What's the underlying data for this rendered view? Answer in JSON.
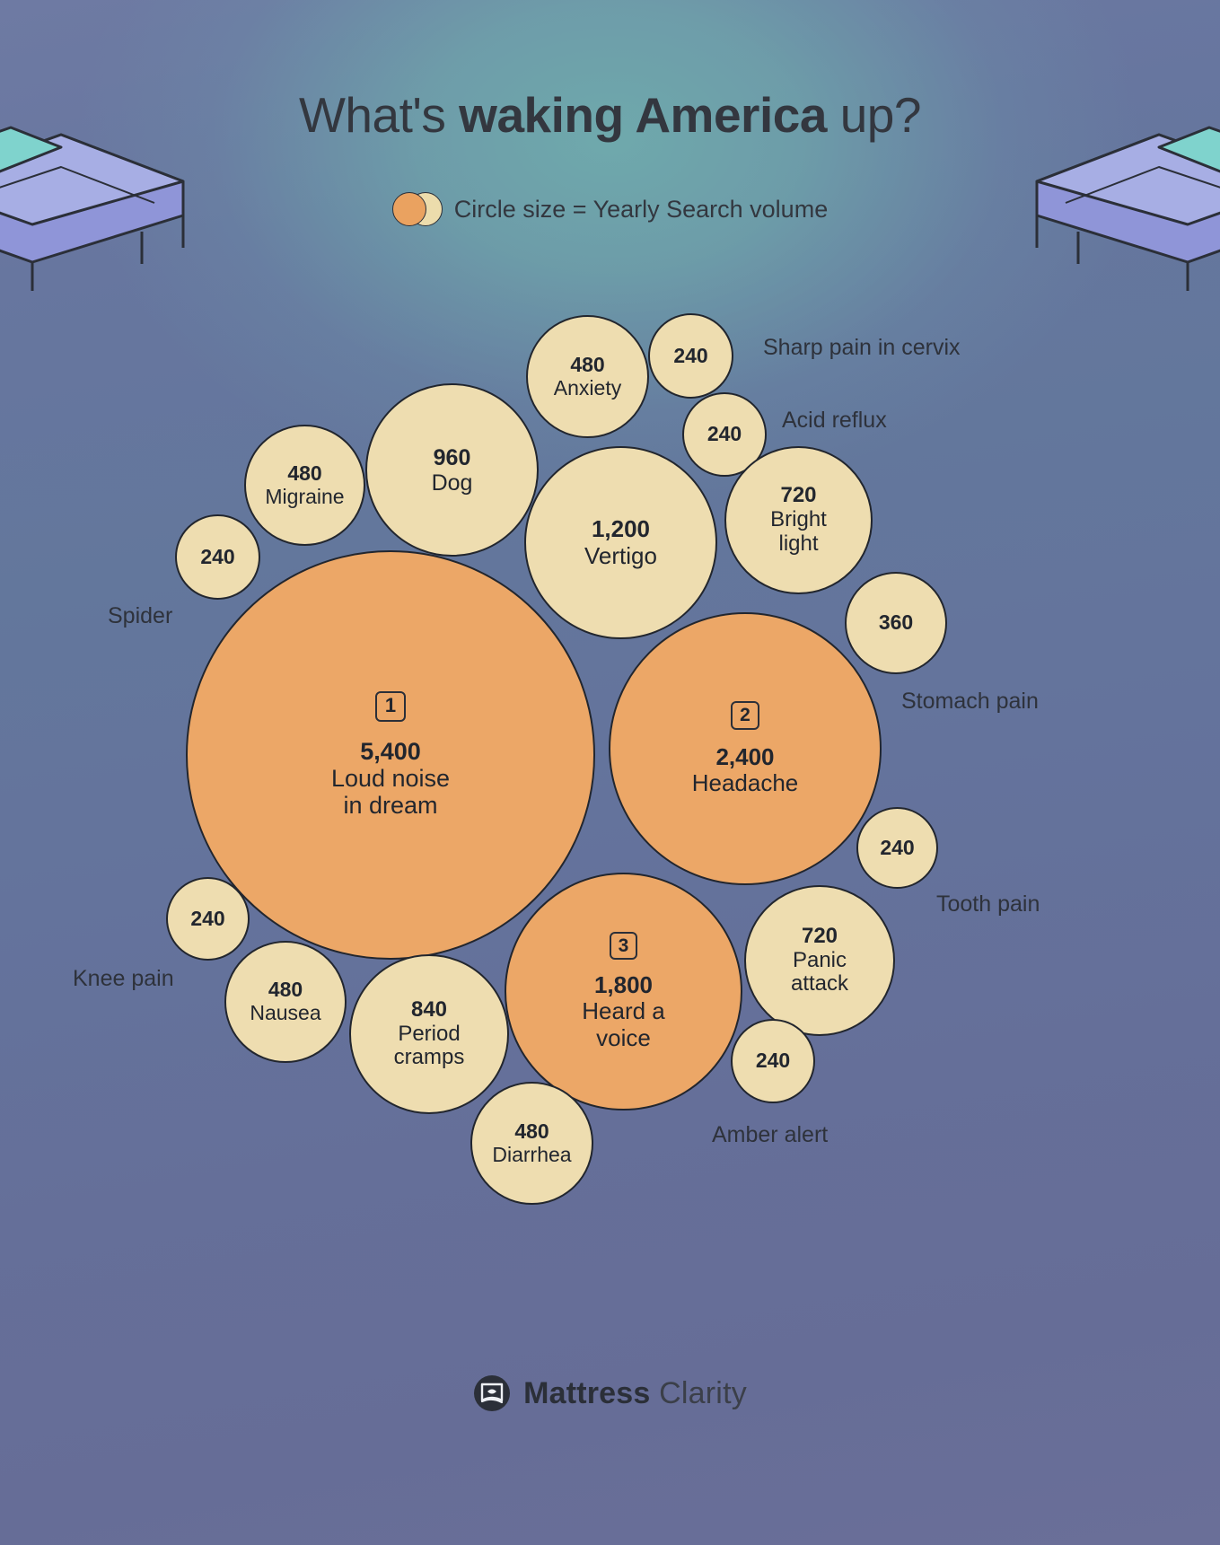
{
  "title": {
    "part1": "What's ",
    "part2": "waking America",
    "part3": " up?"
  },
  "legend": {
    "text": "Circle size = Yearly Search volume"
  },
  "footer": {
    "brand_bold": "Mattress",
    "brand_light": "Clarity",
    "logo_icon": "mattress-clarity-logo-icon"
  },
  "chart_data": {
    "type": "bubble",
    "title": "What's waking America up?",
    "legend_note": "Circle size = Yearly Search volume",
    "value_label": "Yearly Search volume",
    "colors": {
      "highlight": "#eca767",
      "normal": "#eeddb0",
      "outline": "#22262e",
      "text": "#22262e"
    },
    "items": [
      {
        "id": "loud-noise-in-dream",
        "value": 5400,
        "value_text": "5,400",
        "label": "Loud noise\nin dream",
        "label_line1": "Loud noise",
        "label_line2": "in dream",
        "rank": "1",
        "highlight": true,
        "label_position": "inside"
      },
      {
        "id": "headache",
        "value": 2400,
        "value_text": "2,400",
        "label": "Headache",
        "label_line1": "Headache",
        "rank": "2",
        "highlight": true,
        "label_position": "inside"
      },
      {
        "id": "heard-a-voice",
        "value": 1800,
        "value_text": "1,800",
        "label": "Heard a\nvoice",
        "label_line1": "Heard a",
        "label_line2": "voice",
        "rank": "3",
        "highlight": true,
        "label_position": "inside"
      },
      {
        "id": "vertigo",
        "value": 1200,
        "value_text": "1,200",
        "label": "Vertigo",
        "label_line1": "Vertigo",
        "highlight": false,
        "label_position": "inside"
      },
      {
        "id": "dog",
        "value": 960,
        "value_text": "960",
        "label": "Dog",
        "label_line1": "Dog",
        "highlight": false,
        "label_position": "inside"
      },
      {
        "id": "period-cramps",
        "value": 840,
        "value_text": "840",
        "label": "Period\ncramps",
        "label_line1": "Period",
        "label_line2": "cramps",
        "highlight": false,
        "label_position": "inside"
      },
      {
        "id": "bright-light",
        "value": 720,
        "value_text": "720",
        "label": "Bright\nlight",
        "label_line1": "Bright",
        "label_line2": "light",
        "highlight": false,
        "label_position": "inside"
      },
      {
        "id": "panic-attack",
        "value": 720,
        "value_text": "720",
        "label": "Panic\nattack",
        "label_line1": "Panic",
        "label_line2": "attack",
        "highlight": false,
        "label_position": "inside"
      },
      {
        "id": "anxiety",
        "value": 480,
        "value_text": "480",
        "label": "Anxiety",
        "label_line1": "Anxiety",
        "highlight": false,
        "label_position": "inside"
      },
      {
        "id": "migraine",
        "value": 480,
        "value_text": "480",
        "label": "Migraine",
        "label_line1": "Migraine",
        "highlight": false,
        "label_position": "inside"
      },
      {
        "id": "nausea",
        "value": 480,
        "value_text": "480",
        "label": "Nausea",
        "label_line1": "Nausea",
        "highlight": false,
        "label_position": "inside"
      },
      {
        "id": "diarrhea",
        "value": 480,
        "value_text": "480",
        "label": "Diarrhea",
        "label_line1": "Diarrhea",
        "highlight": false,
        "label_position": "inside"
      },
      {
        "id": "stomach-pain",
        "value": 360,
        "value_text": "360",
        "label": "Stomach pain",
        "highlight": false,
        "label_position": "outside"
      },
      {
        "id": "sharp-pain-in-cervix",
        "value": 240,
        "value_text": "240",
        "label": "Sharp pain in cervix",
        "highlight": false,
        "label_position": "outside"
      },
      {
        "id": "acid-reflux",
        "value": 240,
        "value_text": "240",
        "label": "Acid reflux",
        "highlight": false,
        "label_position": "outside"
      },
      {
        "id": "spider",
        "value": 240,
        "value_text": "240",
        "label": "Spider",
        "highlight": false,
        "label_position": "outside"
      },
      {
        "id": "tooth-pain",
        "value": 240,
        "value_text": "240",
        "label": "Tooth pain",
        "highlight": false,
        "label_position": "outside"
      },
      {
        "id": "knee-pain",
        "value": 240,
        "value_text": "240",
        "label": "Knee pain",
        "highlight": false,
        "label_position": "outside"
      },
      {
        "id": "amber-alert",
        "value": 240,
        "value_text": "240",
        "label": "Amber alert",
        "highlight": false,
        "label_position": "outside"
      }
    ]
  },
  "bubbles": {
    "loud_noise": {
      "value": "5,400",
      "l1": "Loud noise",
      "l2": "in dream",
      "rank": "1"
    },
    "headache": {
      "value": "2,400",
      "l1": "Headache",
      "rank": "2"
    },
    "heard_voice": {
      "value": "1,800",
      "l1": "Heard a",
      "l2": "voice",
      "rank": "3"
    },
    "vertigo": {
      "value": "1,200",
      "l1": "Vertigo"
    },
    "dog": {
      "value": "960",
      "l1": "Dog"
    },
    "period": {
      "value": "840",
      "l1": "Period",
      "l2": "cramps"
    },
    "bright": {
      "value": "720",
      "l1": "Bright",
      "l2": "light"
    },
    "panic": {
      "value": "720",
      "l1": "Panic",
      "l2": "attack"
    },
    "anxiety": {
      "value": "480",
      "l1": "Anxiety"
    },
    "migraine": {
      "value": "480",
      "l1": "Migraine"
    },
    "nausea": {
      "value": "480",
      "l1": "Nausea"
    },
    "diarrhea": {
      "value": "480",
      "l1": "Diarrhea"
    },
    "stomach": {
      "value": "360",
      "out": "Stomach pain"
    },
    "cervix": {
      "value": "240",
      "out": "Sharp pain in cervix"
    },
    "acid": {
      "value": "240",
      "out": "Acid reflux"
    },
    "spider": {
      "value": "240",
      "out": "Spider"
    },
    "tooth": {
      "value": "240",
      "out": "Tooth pain"
    },
    "knee": {
      "value": "240",
      "out": "Knee pain"
    },
    "amber": {
      "value": "240",
      "out": "Amber alert"
    }
  }
}
